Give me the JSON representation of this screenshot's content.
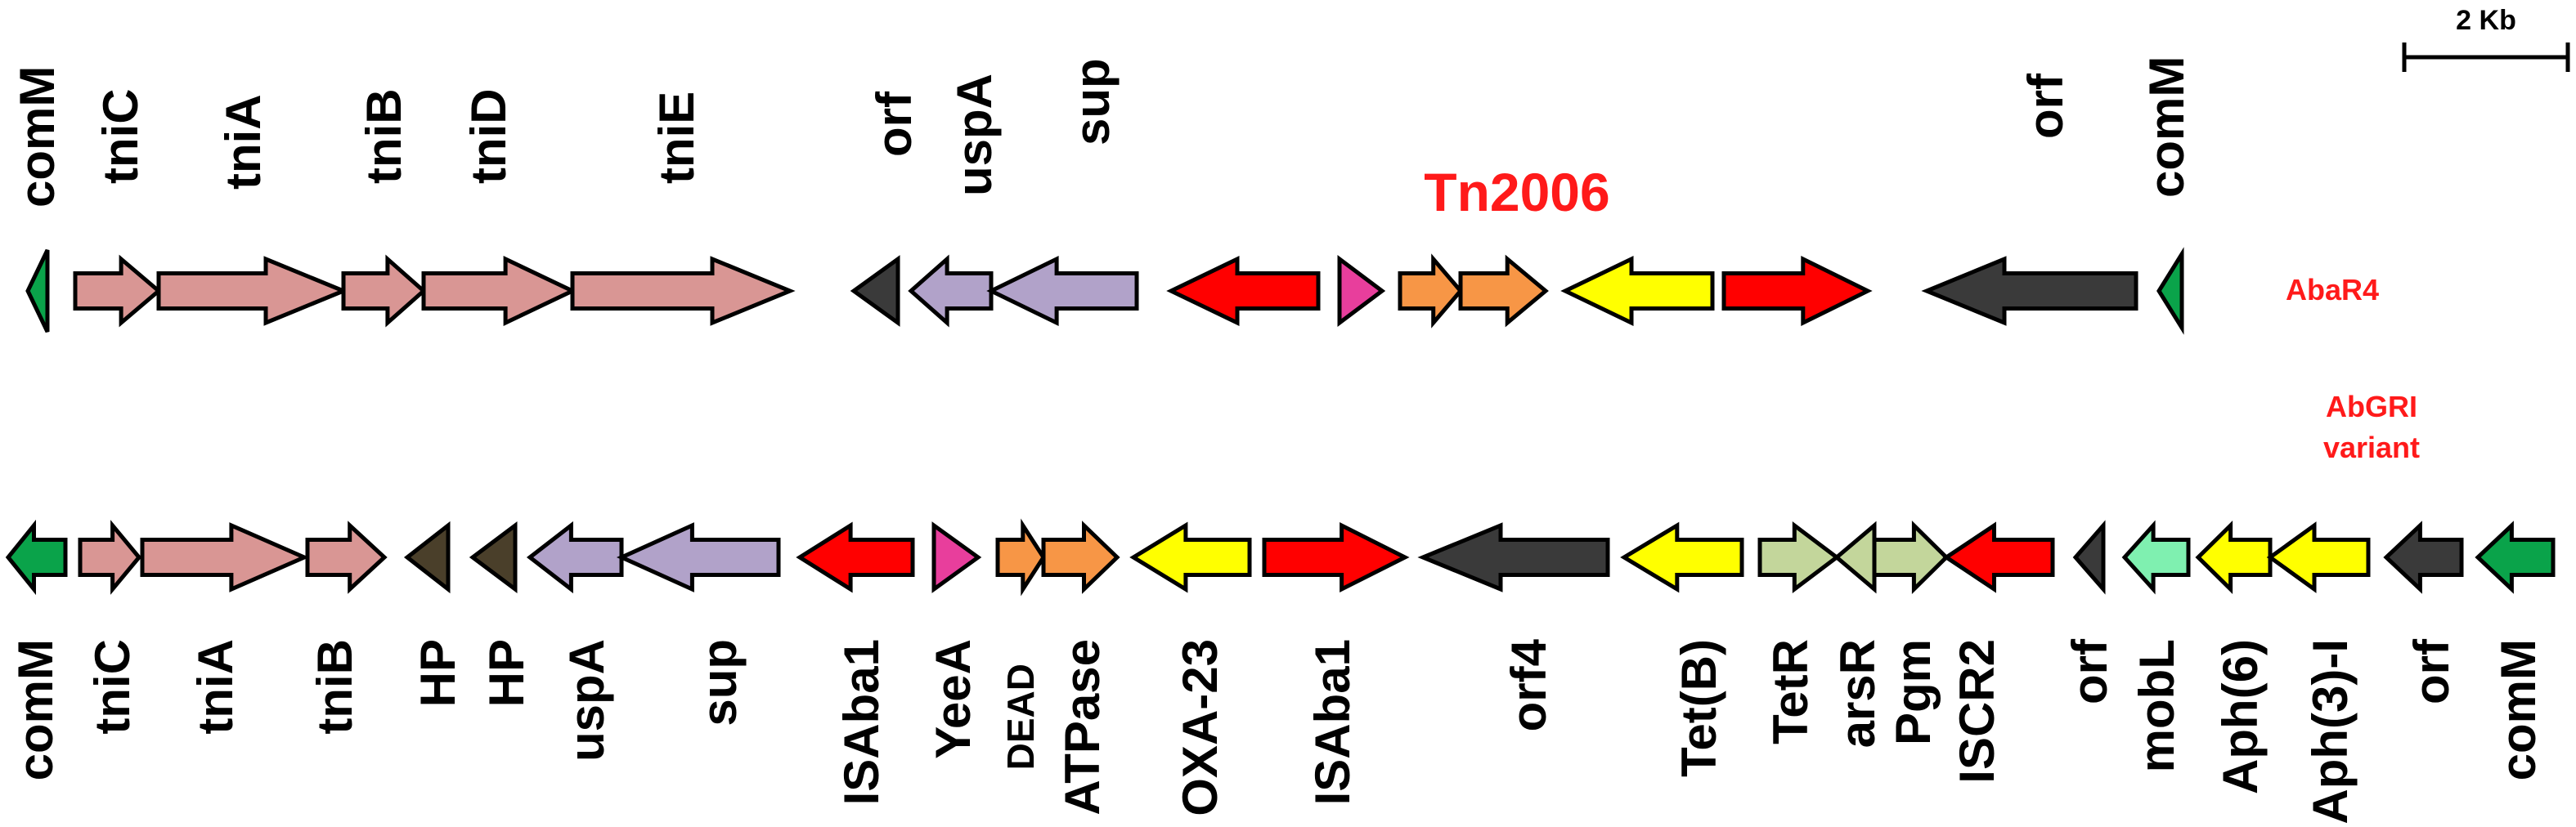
{
  "diagram": {
    "title": "Tn2006",
    "scale_bar": {
      "label": "2 Kb"
    },
    "colors": {
      "comM": "#0aa34a",
      "tni": "#d99694",
      "orf_dark": "#3a3a3a",
      "hp": "#4a3f2a",
      "usp_sup": "#b1a2c9",
      "isaba1": "#ff0000",
      "yeea": "#e83e9c",
      "dead_atpase": "#f79646",
      "oxa_tet_aph": "#ffff00",
      "ars_tet_pgm": "#c3d69b",
      "mobL": "#7ff0b0",
      "label_red": "#ff1a1a"
    },
    "top_track": {
      "name": "AbaR4",
      "labels": [
        "comM",
        "tniC",
        "tniA",
        "tniB",
        "tniD",
        "tniE",
        "orf",
        "uspA",
        "sup",
        "orf",
        "comM"
      ]
    },
    "bottom_track": {
      "name_line1": "AbGRI",
      "name_line2": "variant",
      "labels": [
        "comM",
        "tniC",
        "tniA",
        "tniB",
        "HP",
        "HP",
        "uspA",
        "sup",
        "ISAba1",
        "YeeA",
        "DEAD",
        "ATPase",
        "OXA-23",
        "ISAba1",
        "orf4",
        "Tet(B)",
        "TetR",
        "arsR",
        "Pgm",
        "ISCR2",
        "orf",
        "mobL",
        "Aph(6)",
        "Aph(3)-I",
        "orf",
        "comM"
      ]
    }
  }
}
